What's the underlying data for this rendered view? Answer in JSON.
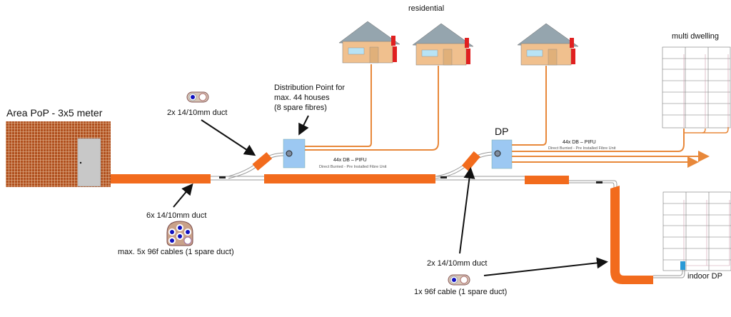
{
  "title_pop": "Area PoP - 3x5 meter",
  "residential_label": "residential",
  "multi_dwelling_label": "multi dwelling",
  "indoor_dp_label": "indoor DP",
  "dp_label": "DP",
  "distribution_point": {
    "lines": [
      "Distribution Point for",
      "max. 44 houses",
      "(8 spare fibres)"
    ]
  },
  "duct_labels": {
    "top_left": "2x 14/10mm duct",
    "main": "6x 14/10mm duct",
    "main_capacity": "max. 5x 96f cables (1 spare duct)",
    "bottom": "2x 14/10mm duct",
    "bottom_capacity": "1x 96f cable (1 spare duct)"
  },
  "pifu_labels": [
    {
      "title": "44x DB – PIFU",
      "subtitle": "Direct Burried - Pre Installed Fibre Unit"
    },
    {
      "title": "44x DB – PIFU",
      "subtitle": "Direct Burried - Pre Installed Fibre Unit"
    }
  ],
  "colors": {
    "duct_orange": "#f26b1d",
    "fibre_orange": "#e8883a",
    "dp_box_blue": "#9cc8f2",
    "house_wall": "#f0c08e",
    "house_roof": "#95a5ae",
    "chimney_red": "#e02020",
    "brick": "#b0501e"
  },
  "houses_count": 3,
  "building_floors": 7
}
